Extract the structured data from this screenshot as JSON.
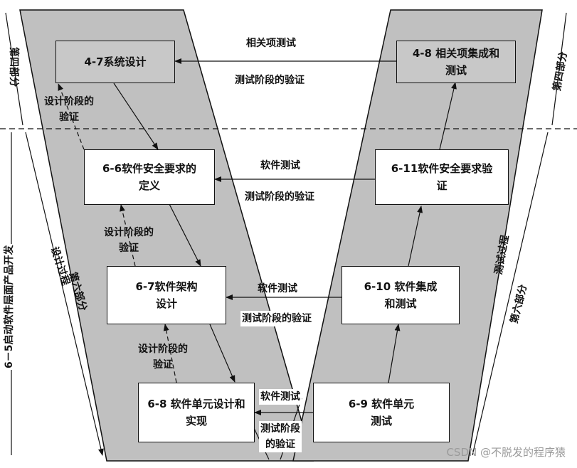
{
  "boxes": {
    "b47": "4-7系统设计",
    "b48_line1": "4-8 相关项集成和",
    "b48_line2": "测试",
    "b66_line1": "6-6软件安全要求的",
    "b66_line2": "定义",
    "b611_line1": "6-11软件安全要求验",
    "b611_line2": "证",
    "b67_line1": "6-7软件架构",
    "b67_line2": "设计",
    "b610_line1": "6-10 软件集成",
    "b610_line2": "和测试",
    "b68_line1": "6-8 软件单元设计和",
    "b68_line2": "实现",
    "b69_line1": "6-9 软件单元",
    "b69_line2": "测试"
  },
  "labels": {
    "related_test": "相关项测试",
    "test_verify_1": "测试阶段的验证",
    "software_test_1": "软件测试",
    "test_verify_2": "测试阶段的验证",
    "software_test_2": "软件测试",
    "test_verify_3": "测试阶段的验证",
    "software_test_3": "软件测试",
    "test_verify_4_l1": "测试阶段",
    "test_verify_4_l2": "的验证",
    "design_verify_1_l1": "设计阶段的",
    "design_verify_1_l2": "验证",
    "design_verify_2_l1": "设计阶段的",
    "design_verify_2_l2": "验证",
    "design_verify_3_l1": "设计阶段的",
    "design_verify_3_l2": "验证",
    "design_process": "设计过程",
    "test_process": "测试过程",
    "part4_left": "第四部分",
    "part4_right": "第四部分",
    "part6_left": "第六部分",
    "part6_right": "第六部分",
    "initiation": "6－5启动软件层面产品开发"
  },
  "watermark": "CSDN @不脱发的程序猿",
  "colors": {
    "band": "#c0c0c0",
    "dark_box": "#c8c8c8",
    "line": "#111111"
  }
}
